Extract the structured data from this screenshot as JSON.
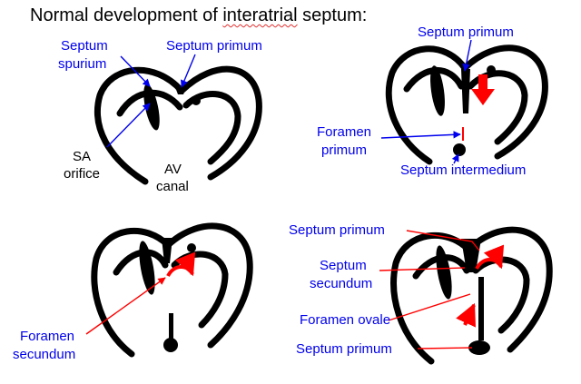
{
  "title": {
    "prefix": "Normal development of ",
    "underlined": "interatrial",
    "suffix": " septum:"
  },
  "colors": {
    "label_blue": "#0000ee",
    "arrow_red": "#ff0000",
    "outline": "#000000",
    "label_black": "#000000"
  },
  "panels": [
    {
      "labels": {
        "septum_spurium_1": "Septum",
        "septum_spurium_2": "spurium",
        "septum_primum": "Septum primum",
        "sa_orifice_1": "SA",
        "sa_orifice_2": "orifice",
        "av_canal_1": "AV",
        "av_canal_2": "canal"
      }
    },
    {
      "labels": {
        "septum_primum": "Septum primum",
        "foramen_primum_1": "Foramen",
        "foramen_primum_2": "primum",
        "septum_intermedium": "Septum intermedium"
      }
    },
    {
      "labels": {
        "foramen_secundum_1": "Foramen",
        "foramen_secundum_2": "secundum"
      }
    },
    {
      "labels": {
        "septum_primum_top": "Septum primum",
        "septum_secundum_1": "Septum",
        "septum_secundum_2": "secundum",
        "foramen_ovale": "Foramen ovale",
        "septum_primum_bottom": "Septum primum"
      }
    }
  ]
}
